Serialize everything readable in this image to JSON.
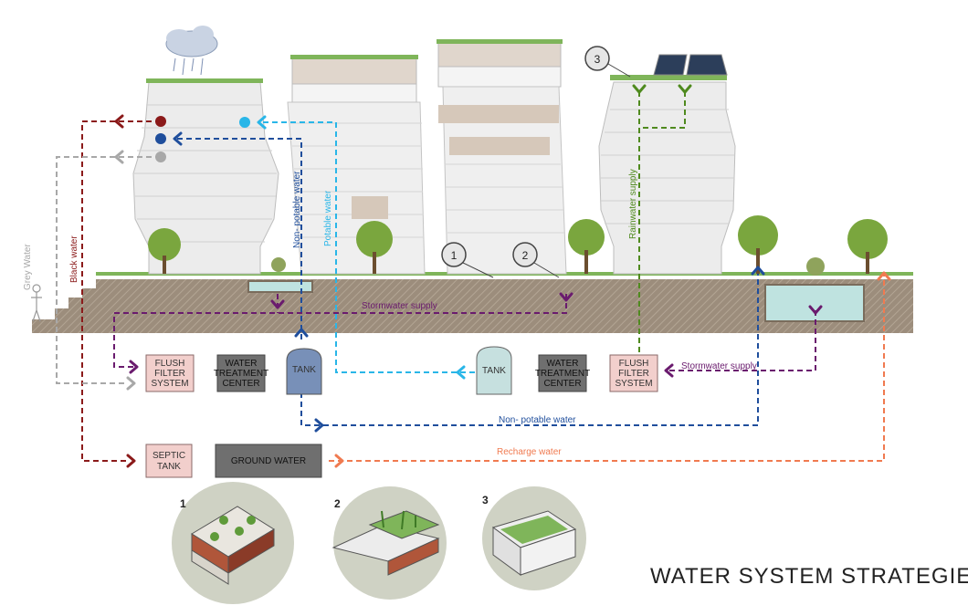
{
  "title": "WATER SYSTEM STRATEGIES",
  "flow_labels": {
    "grey_water": "Grey Water",
    "black_water": "Black water",
    "non_potable_water_vertical": "Non- potable water",
    "potable_water": "Potable water",
    "rainwater_supply": "Rainwater supply",
    "stormwater_supply_top": "Stormwater supply",
    "stormwater_supply_right": "Stormwater supply",
    "non_potable_water_bottom": "Non- potable water",
    "recharge_water": "Recharge water"
  },
  "boxes": {
    "flush_filter_left": [
      "FLUSH",
      "FILTER",
      "SYSTEM"
    ],
    "water_treatment_left": [
      "WATER",
      "TREATMENT",
      "CENTER"
    ],
    "tank_left": "TANK",
    "tank_right": "TANK",
    "water_treatment_right": [
      "WATER",
      "TREATMENT",
      "CENTER"
    ],
    "flush_filter_right": [
      "FLUSH",
      "FILTER",
      "SYSTEM"
    ],
    "septic_tank": [
      "SEPTIC",
      "TANK"
    ],
    "ground_water": "GROUND WATER"
  },
  "markers": [
    "1",
    "2",
    "3"
  ],
  "detail_numbers": [
    "1",
    "2",
    "3"
  ],
  "colors": {
    "black_water": "#8b1a1a",
    "non_potable": "#1f4e9c",
    "potable": "#29b6e8",
    "grey_water": "#a8a8a8",
    "stormwater": "#6a1b6e",
    "rainwater": "#4f8a1e",
    "recharge": "#f07a50",
    "ground": "#9a8a78",
    "pond": "#bfe3e0",
    "box_pink": "#f2cfcc",
    "box_grey": "#6f6f6f"
  }
}
